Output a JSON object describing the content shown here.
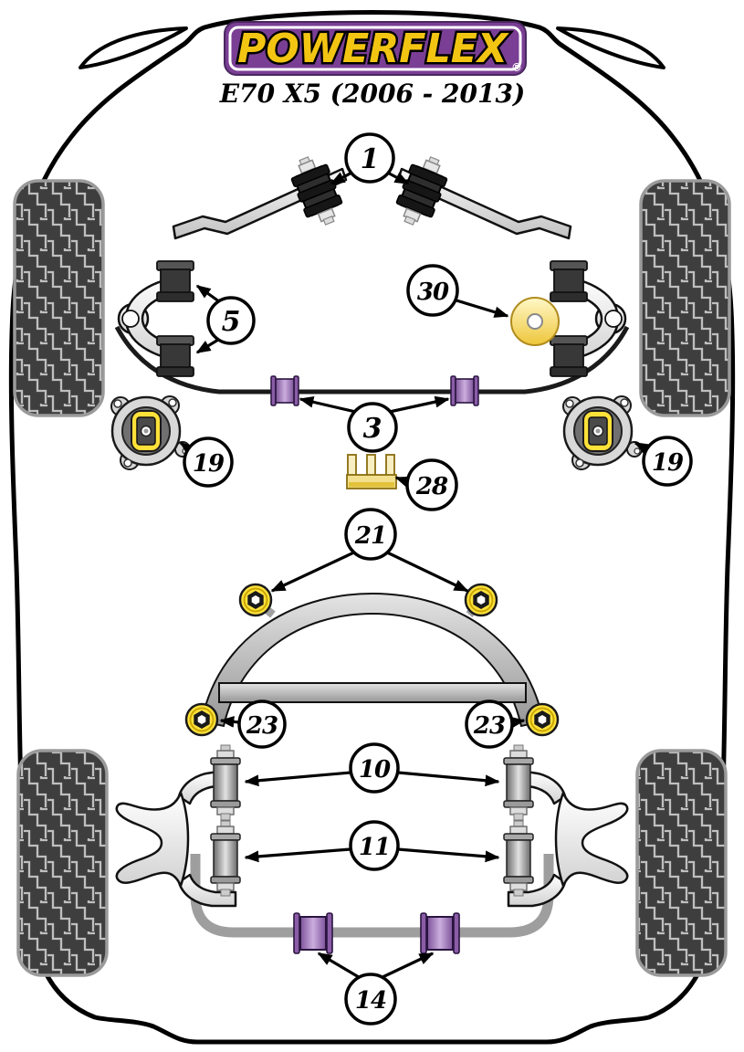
{
  "header": {
    "brand": "POWERFLEX",
    "registered": "®",
    "model": "E70 X5 (2006 - 2013)"
  },
  "diagram": {
    "description": "Top-down car chassis diagram with numbered polyurethane bush locations",
    "callouts": {
      "front_arb": {
        "number": "1"
      },
      "front_upper_arms": {
        "number": "5"
      },
      "steering_washer": {
        "number": "30"
      },
      "arb_chassis": {
        "number": "3"
      },
      "engine_mount_left": {
        "number": "19"
      },
      "engine_mount_right": {
        "number": "19"
      },
      "gearbox_bracket": {
        "number": "28"
      },
      "subframe_front": {
        "number": "21"
      },
      "subframe_rear_left": {
        "number": "23"
      },
      "subframe_rear_right": {
        "number": "23"
      },
      "rear_upper_arms": {
        "number": "10"
      },
      "rear_lower_arms": {
        "number": "11"
      },
      "rear_arb": {
        "number": "14"
      }
    },
    "colors": {
      "brand_purple": "#7a3f94",
      "brand_yellow": "#f3c513",
      "polyurethane_purple": "#9a68b5",
      "polyurethane_yellow": "#ffe13a",
      "metal_grey": "#b0b0b0",
      "tire_grey": "#3e3e3e",
      "outline_black": "#000000"
    }
  }
}
